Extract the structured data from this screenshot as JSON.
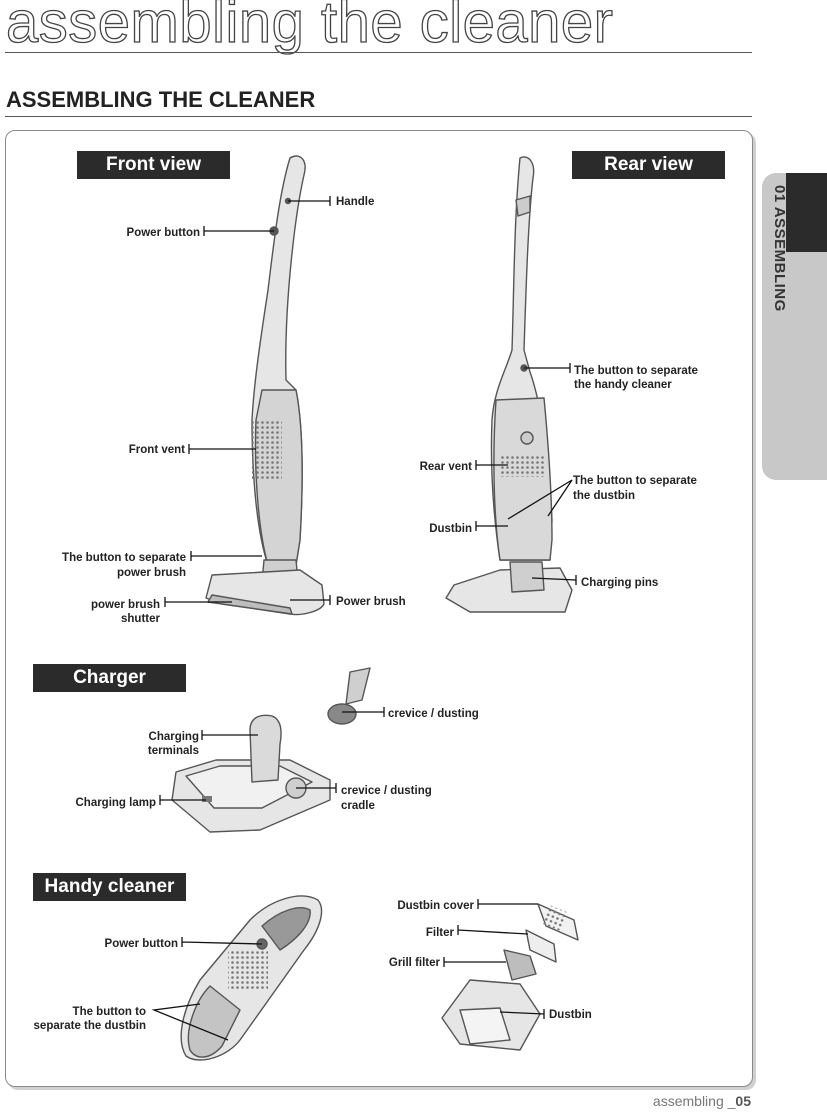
{
  "header": {
    "big_title": "assembling the cleaner",
    "section_title": "ASSEMBLING THE CLEANER"
  },
  "side_tab": {
    "label": "01 ASSEMBLING"
  },
  "front_view": {
    "title": "Front view",
    "labels": {
      "handle": "Handle",
      "power_button": "Power button",
      "front_vent": "Front vent",
      "separate_brush_1": "The button to separate",
      "separate_brush_2": "power brush",
      "shutter_1": "power brush",
      "shutter_2": "shutter",
      "power_brush": "Power brush"
    }
  },
  "rear_view": {
    "title": "Rear view",
    "labels": {
      "separate_handy_1": "The button to separate",
      "separate_handy_2": "the handy cleaner",
      "rear_vent": "Rear vent",
      "separate_dustbin_1": "The button to separate",
      "separate_dustbin_2": "the dustbin",
      "dustbin": "Dustbin",
      "charging_pins": "Charging pins"
    }
  },
  "charger": {
    "title": "Charger",
    "labels": {
      "terminals_1": "Charging",
      "terminals_2": "terminals",
      "lamp": "Charging lamp",
      "crevice": "crevice / dusting",
      "cradle_1": "crevice / dusting",
      "cradle_2": "cradle"
    }
  },
  "handy_cleaner": {
    "title": "Handy cleaner",
    "labels": {
      "power_button": "Power button",
      "separate_1": "The button to",
      "separate_2": "separate the dustbin",
      "dustbin_cover": "Dustbin cover",
      "filter": "Filter",
      "grill_filter": "Grill filter",
      "dustbin": "Dustbin"
    }
  },
  "footer": {
    "text": "assembling _",
    "page": "05"
  }
}
